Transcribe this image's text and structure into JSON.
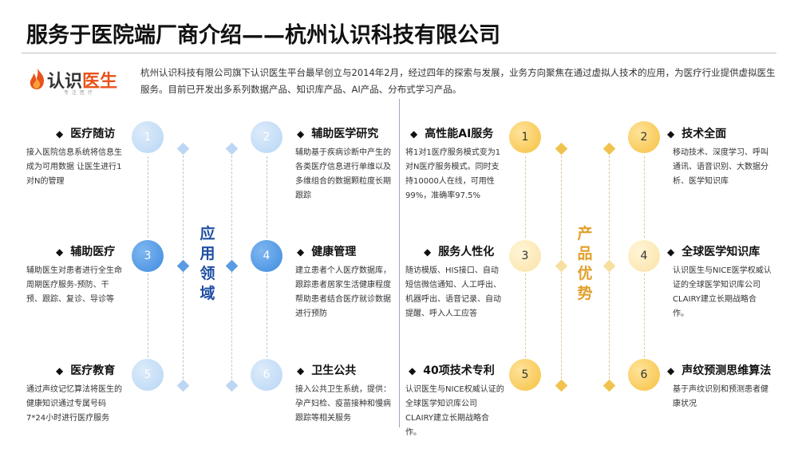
{
  "title": "服务于医院端厂商介绍——杭州认识科技有限公司",
  "logo": {
    "text_a": "认识",
    "text_b": "医生",
    "tagline": "专注医疗"
  },
  "intro": "杭州认识科技有限公司旗下认识医生平台最早创立与2014年2月，经过四年的探索与发展，业务方向聚焦在通过虚拟人技术的应用，为医疗行业提供虚拟医生服务。目前已开发出多系列数据产品、知识库产品、AI产品、分布式学习产品。",
  "bullet": "◆",
  "application": {
    "label": "应用领域",
    "chars": [
      "应",
      "用",
      "领",
      "域"
    ],
    "items": [
      {
        "num": "1",
        "title": "医疗随访",
        "desc": "接入医院信息系统将信息生成为可用数据 让医生进行1对N的管理"
      },
      {
        "num": "2",
        "title": "辅助医学研究",
        "desc": "辅助基于疾病诊断中产生的各类医疗信息进行单维以及多维组合的数据颗粒度长期跟踪"
      },
      {
        "num": "3",
        "title": "辅助医疗",
        "desc": "辅助医生对患者进行全生命周期医疗服务-预防、干预、跟踪、复诊、导诊等"
      },
      {
        "num": "4",
        "title": "健康管理",
        "desc": "建立患者个人医疗数据库，跟踪患者居家生活健康程度 帮助患者结合医疗就诊数据进行预防"
      },
      {
        "num": "5",
        "title": "医疗教育",
        "desc": "通过声纹记忆算法将医生的健康知识通过专属号码7*24小时进行医疗服务"
      },
      {
        "num": "6",
        "title": "卫生公共",
        "desc": "接入公共卫生系统，提供：孕产妇检、疫苗接种和慢病跟踪等相关服务"
      }
    ]
  },
  "advantages": {
    "label": "产品优势",
    "chars": [
      "产",
      "品",
      "优",
      "势"
    ],
    "items": [
      {
        "num": "1",
        "title": "高性能AI服务",
        "desc": "将1对1医疗服务模式变为1对N医疗服务模式。同时支持10000人在线，可用性99%，准确率97.5%"
      },
      {
        "num": "2",
        "title": "技术全面",
        "desc": "移动技术、深度学习、呼叫通讯、语音识别、大数据分析、医学知识库"
      },
      {
        "num": "3",
        "title": "服务人性化",
        "desc": "随访模版、HIS接口、自动短信微信通知、人工呼出、机器呼出、语音记录、自动提醒、呼入人工应答"
      },
      {
        "num": "4",
        "title": "全球医学知识库",
        "desc": "认识医生与NICE医学权威认证的全球医学知识库公司CLAIRY建立长期战略合作。"
      },
      {
        "num": "5",
        "title": "40项技术专利",
        "desc": "认识医生与NICE权威认证的全球医学知识库公司CLAIRY建立长期战略合作。"
      },
      {
        "num": "6",
        "title": "声纹预测思维算法",
        "desc": "基于声纹识别和预测患者健康状况"
      }
    ]
  },
  "colors": {
    "blue": "#3f8be0",
    "pale_blue": "#b8d6f5",
    "gold": "#f5c03f",
    "cream": "#fbe2a6",
    "brand_orange": "#e8531b",
    "label_blue": "#1f4fa3",
    "label_gold": "#e2a02a"
  }
}
